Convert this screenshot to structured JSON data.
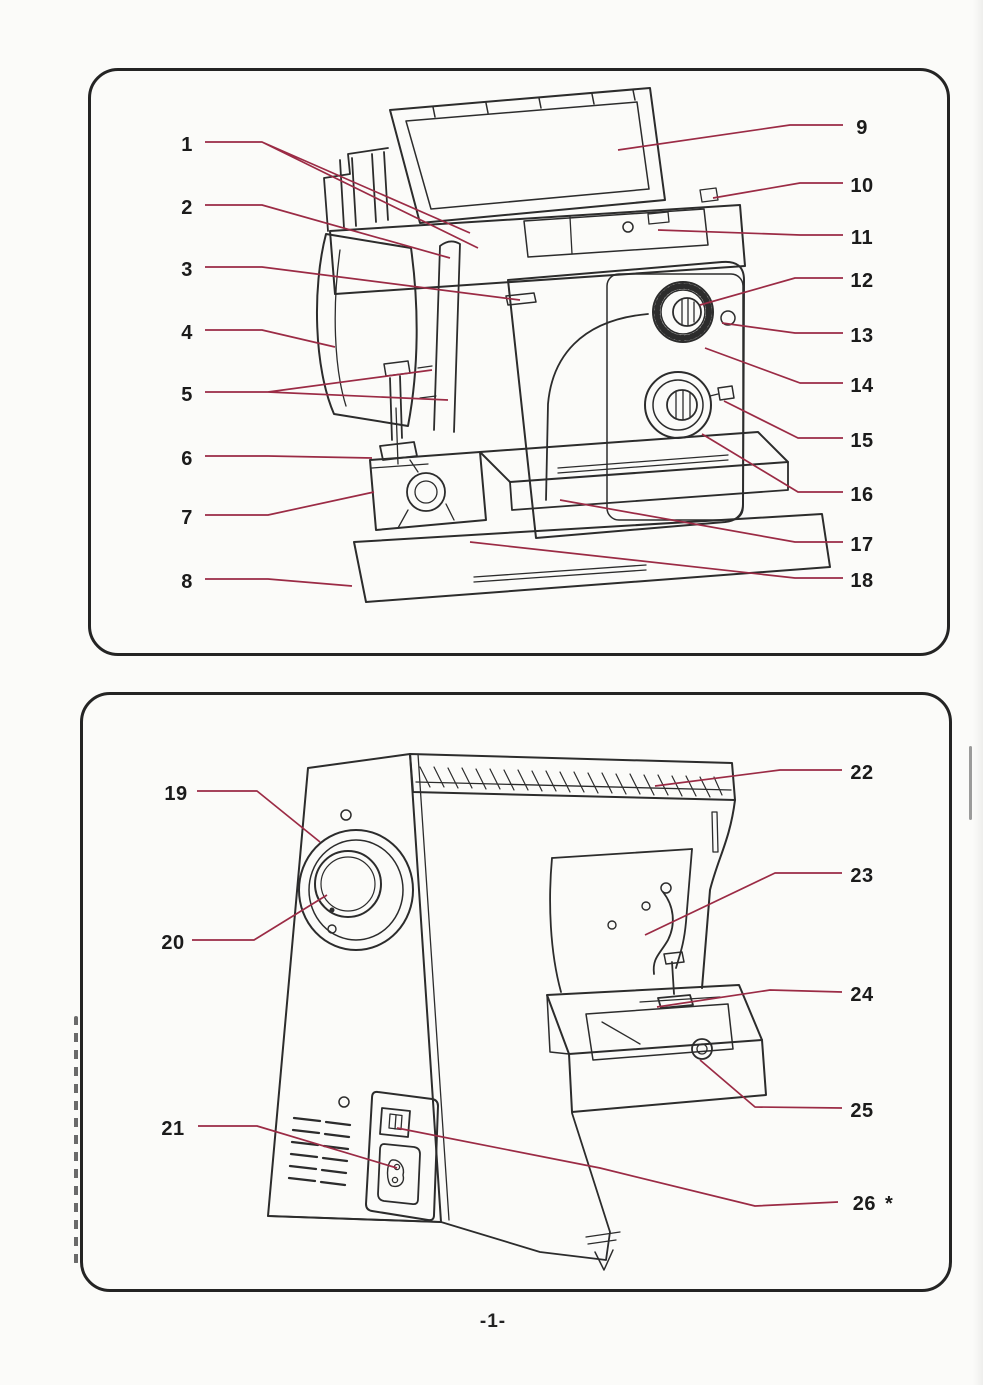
{
  "page": {
    "page_number": "-1-"
  },
  "front_view": {
    "left_labels": [
      "1",
      "2",
      "3",
      "4",
      "5",
      "6",
      "7",
      "8"
    ],
    "right_labels": [
      "9",
      "10",
      "11",
      "12",
      "13",
      "14",
      "15",
      "16",
      "17",
      "18"
    ]
  },
  "back_view": {
    "left_labels": [
      "19",
      "20",
      "21"
    ],
    "right_labels": [
      "22",
      "23",
      "24",
      "25"
    ],
    "label_26": "26",
    "label_26_suffix": "*"
  },
  "colors": {
    "leader_line": "#9b2b45",
    "ink": "#2c2c2c",
    "label_text": "#1b1b1b"
  }
}
